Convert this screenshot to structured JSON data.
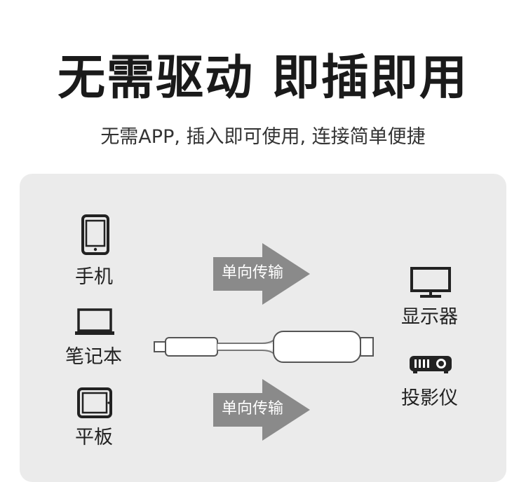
{
  "headline": "无需驱动 即插即用",
  "subline": "无需APP, 插入即可使用, 连接简单便捷",
  "sources": {
    "phone": {
      "label": "手机",
      "icon": "phone-icon"
    },
    "laptop": {
      "label": "笔记本",
      "icon": "laptop-icon"
    },
    "tablet": {
      "label": "平板",
      "icon": "tablet-icon"
    }
  },
  "targets": {
    "monitor": {
      "label": "显示器",
      "icon": "monitor-icon"
    },
    "projector": {
      "label": "投影仪",
      "icon": "projector-icon"
    }
  },
  "arrows": {
    "top": "单向传输",
    "bottom": "单向传输"
  },
  "colors": {
    "panel": "#ebebeb",
    "arrow": "#8a8a8a",
    "icon": "#222222"
  }
}
